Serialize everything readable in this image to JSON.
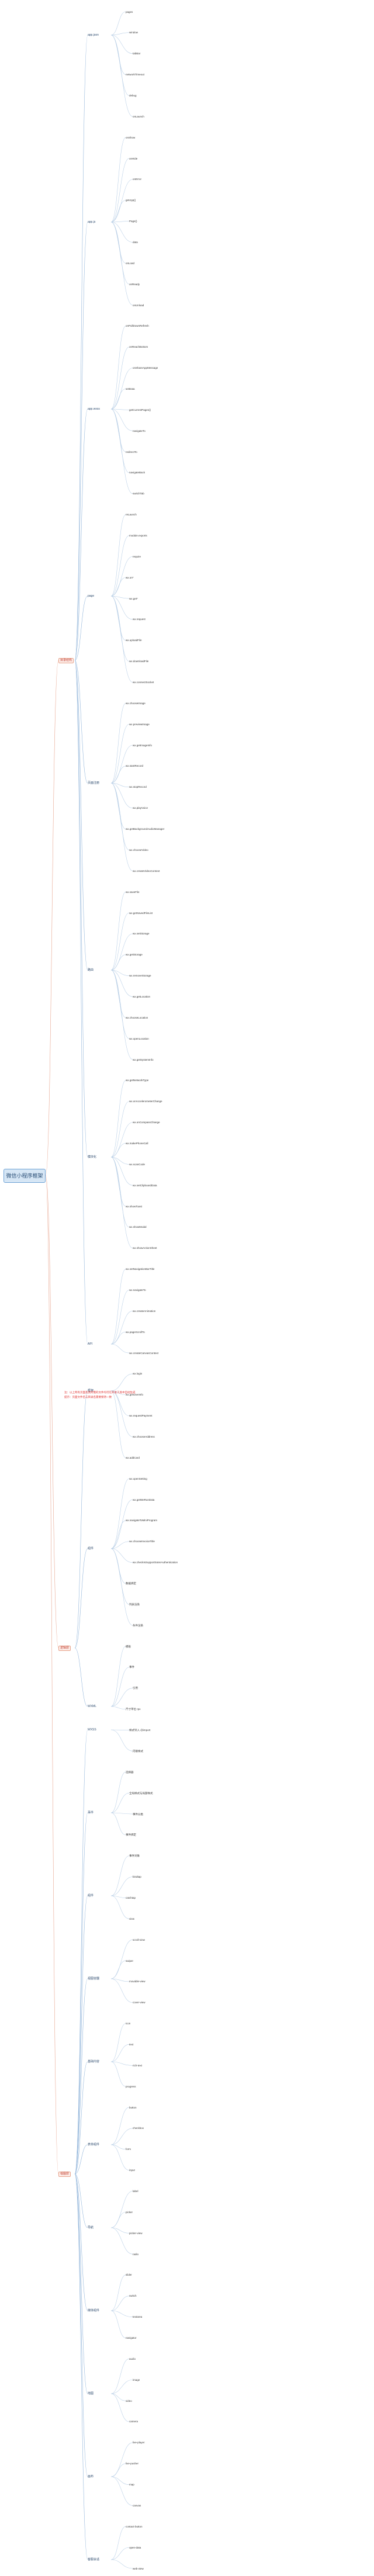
{
  "root": "微信小程序框架",
  "branches": [
    "目录结构",
    "逻辑层",
    "视图层"
  ],
  "level2": [
    "app.json",
    "app.js",
    "app.wxss",
    "page",
    "页面注册",
    "路由",
    "模块化",
    "API",
    "框架",
    "组件",
    "WXML",
    "WXSS",
    "事件",
    "组件",
    "视图容器",
    "基础内容",
    "表单组件",
    "导航",
    "媒体组件",
    "地图",
    "画布",
    "客服会话"
  ],
  "level3": [
    "pages",
    "window",
    "tabBar",
    "networkTimeout",
    "debug",
    "onLaunch",
    "onShow",
    "onHide",
    "onError",
    "getApp()",
    "Page()",
    "data",
    "onLoad",
    "onReady",
    "onUnload",
    "onPullDownRefresh",
    "onReachBottom",
    "onShareAppMessage",
    "setData",
    "getCurrentPages()",
    "navigateTo",
    "redirectTo",
    "navigateBack",
    "switchTab",
    "reLaunch",
    "module.exports",
    "require",
    "wx.on*",
    "wx.get*",
    "wx.request",
    "wx.uploadFile",
    "wx.downloadFile",
    "wx.connectSocket",
    "wx.chooseImage",
    "wx.previewImage",
    "wx.getImageInfo",
    "wx.startRecord",
    "wx.stopRecord",
    "wx.playVoice",
    "wx.getBackgroundAudioManager",
    "wx.chooseVideo",
    "wx.createVideoContext",
    "wx.saveFile",
    "wx.getSavedFileList",
    "wx.setStorage",
    "wx.getStorage",
    "wx.removeStorage",
    "wx.getLocation",
    "wx.chooseLocation",
    "wx.openLocation",
    "wx.getSystemInfo",
    "wx.getNetworkType",
    "wx.onAccelerometerChange",
    "wx.onCompassChange",
    "wx.makePhoneCall",
    "wx.scanCode",
    "wx.setClipboardData",
    "wx.showToast",
    "wx.showModal",
    "wx.showActionSheet",
    "wx.setNavigationBarTitle",
    "wx.navigateTo",
    "wx.createAnimation",
    "wx.pageScrollTo",
    "wx.createCanvasContext",
    "wx.login",
    "wx.getUserInfo",
    "wx.requestPayment",
    "wx.chooseAddress",
    "wx.addCard",
    "wx.openSetting",
    "wx.getWeRunData",
    "wx.navigateToMiniProgram",
    "wx.chooseInvoiceTitle",
    "wx.checkIsSupportSoterAuthentication",
    "数据绑定",
    "列表渲染",
    "条件渲染",
    "模板",
    "事件",
    "引用",
    "尺寸单位 rpx",
    "样式导入 @import",
    "内联样式",
    "选择器",
    "全局样式与局部样式",
    "事件分类",
    "事件绑定",
    "事件对象",
    "bindtap",
    "catchtap",
    "view",
    "scroll-view",
    "swiper",
    "movable-view",
    "cover-view",
    "icon",
    "text",
    "rich-text",
    "progress",
    "button",
    "checkbox",
    "form",
    "input",
    "label",
    "picker",
    "picker-view",
    "radio",
    "slider",
    "switch",
    "textarea",
    "navigator",
    "audio",
    "image",
    "video",
    "camera",
    "live-player",
    "live-pusher",
    "map",
    "canvas",
    "contact-button",
    "open-data",
    "web-view"
  ],
  "notes": [
    "注：以上所有页面及其所需的文件均可在开发工具中自动生成",
    "提示：页面文件名与目录名需要保持一致"
  ]
}
